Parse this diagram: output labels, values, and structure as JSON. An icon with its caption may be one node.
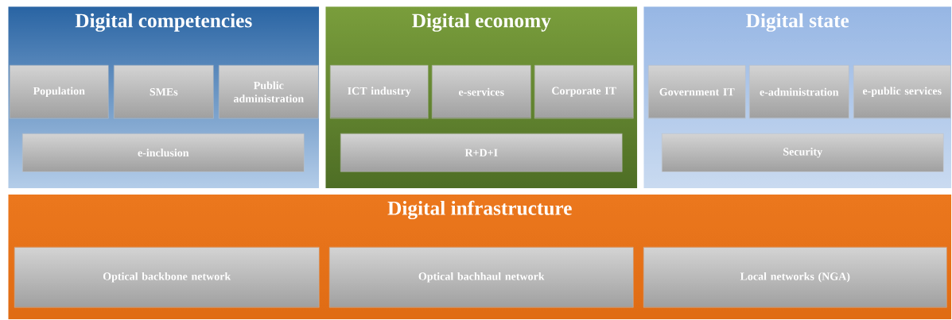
{
  "diagram": {
    "nodes": [
      {
        "text": [
          "Digital competencies"
        ]
      },
      {
        "text": [
          "Population"
        ],
        "in": 0
      },
      {
        "text": [
          "SMEs"
        ],
        "in": 0
      },
      {
        "text": [
          "Public administration"
        ],
        "in": 0
      },
      {
        "text": [
          "e-inclusion"
        ],
        "in": 0
      },
      {
        "text": [
          "Digital economy"
        ]
      },
      {
        "text": [
          "ICT industry"
        ],
        "in": 5
      },
      {
        "text": [
          "e-services"
        ],
        "in": 5
      },
      {
        "text": [
          "Corporate IT"
        ],
        "in": 5
      },
      {
        "text": [
          "R+D+I"
        ],
        "in": 5
      },
      {
        "text": [
          "Digital state"
        ]
      },
      {
        "text": [
          "Government IT"
        ],
        "in": 10
      },
      {
        "text": [
          "e-administration"
        ],
        "in": 10
      },
      {
        "text": [
          "e-public services"
        ],
        "in": 10
      },
      {
        "text": [
          "Security"
        ],
        "in": 10
      },
      {
        "text": [
          "Digital infrastructure"
        ]
      },
      {
        "text": [
          "Optical backbone network"
        ],
        "in": 15
      },
      {
        "text": [
          "Optical bachhaul network"
        ],
        "in": 15
      },
      {
        "text": [
          "Local networks (NGA)"
        ],
        "in": 15
      }
    ]
  }
}
